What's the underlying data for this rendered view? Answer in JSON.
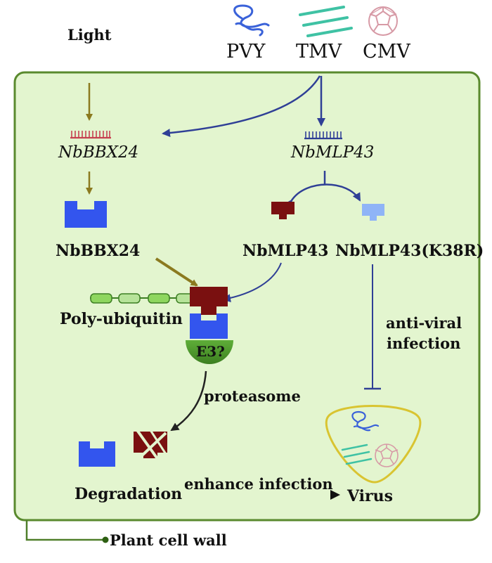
{
  "light": "Light",
  "viruses": {
    "pvy": "PVY",
    "tmv": "TMV",
    "cmv": "CMV"
  },
  "genes": {
    "bbx24": "NbBBX24",
    "mlp43": "NbMLP43"
  },
  "proteins": {
    "bbx24": "NbBBX24",
    "mlp43": "NbMLP43",
    "mlp43_mutant": "NbMLP43(K38R)"
  },
  "poly_ubiquitin": "Poly-ubiquitin",
  "e3": "E3?",
  "proteasome": "proteasome",
  "anti_viral": [
    "anti-viral",
    "infection"
  ],
  "degradation": "Degradation",
  "enhance_infection": "enhance infection",
  "virus": "Virus",
  "cell_wall": "Plant cell wall",
  "colors": {
    "cell_fill": "#e3f5cf",
    "cell_border": "#5a8a2e",
    "light_arrow": "#8b7a1f",
    "virus_arrow": "#2f3f96",
    "blue_protein": "#3355ee",
    "dark_red_protein": "#7a1010",
    "light_blue_protein": "#8fb4f7",
    "e3_green": "#4d9a2d",
    "ubiquitin_green": "#8ed65f",
    "virus_outline": "#d9c431"
  },
  "icons": [
    "pvy-icon",
    "tmv-icon",
    "cmv-icon"
  ]
}
